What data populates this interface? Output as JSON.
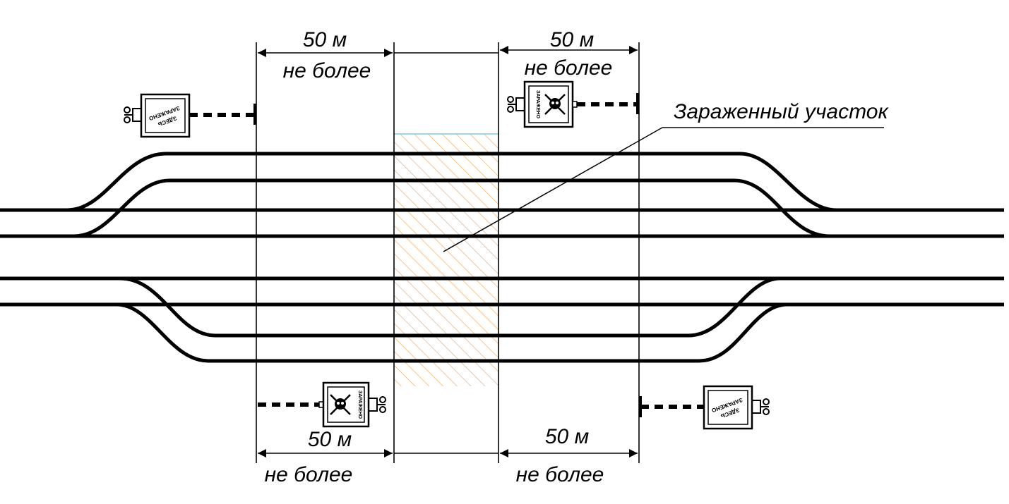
{
  "dimensions": {
    "top_left": {
      "value": "50 м",
      "note": "не более"
    },
    "top_right": {
      "value": "50 м",
      "note": "не более"
    },
    "bottom_left": {
      "value": "50 м",
      "note": "не более"
    },
    "bottom_right": {
      "value": "50 м",
      "note": "не более"
    }
  },
  "callout": {
    "label": "Зараженный участок"
  },
  "signs": {
    "top_left": {
      "text_line1": "ЗДЕСЬ",
      "text_line2": "ЗАРАЖЕНО",
      "icon": "warning-sign-icon"
    },
    "top_right": {
      "text_line1": "ЗАРАЖЕНО",
      "icon": "skull-crossbones-icon"
    },
    "bottom_left": {
      "text_line1": "ЗАРАЖЕНО",
      "icon": "skull-crossbones-icon"
    },
    "bottom_right": {
      "text_line1": "ЗДЕСЬ",
      "text_line2": "ЗАРАЖЕНО",
      "icon": "warning-sign-icon"
    }
  },
  "colors": {
    "track": "#000000",
    "hatch": "#f0a050",
    "zone_top_edge": "#7ec8e3"
  }
}
